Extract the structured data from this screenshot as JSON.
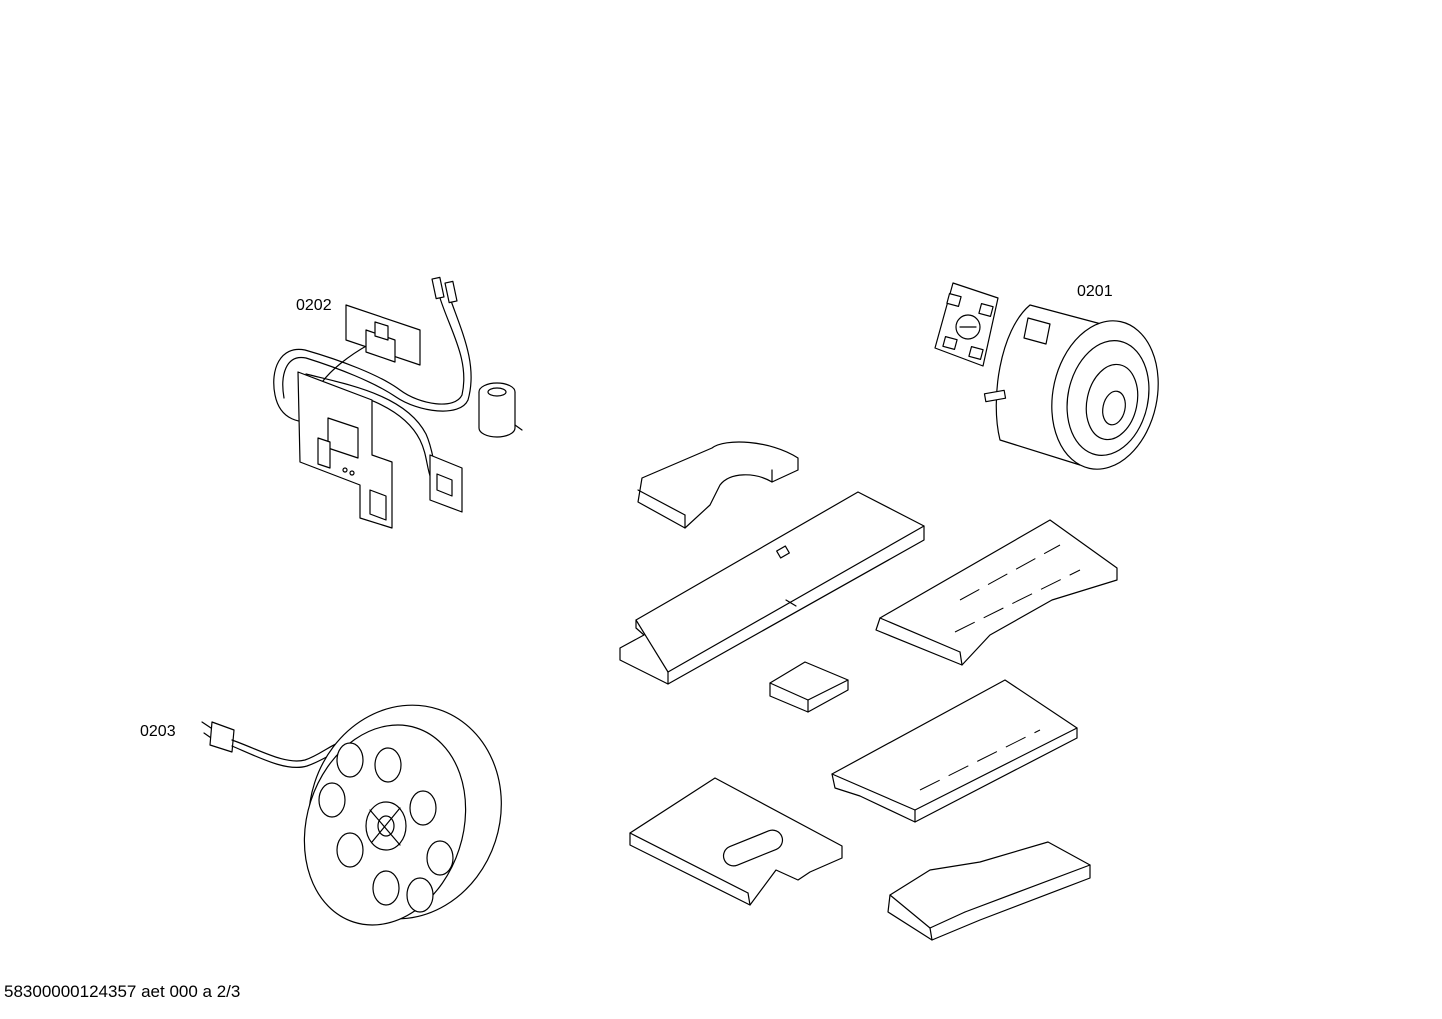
{
  "callouts": {
    "motor": "0201",
    "electronics": "0202",
    "cable_reel": "0203"
  },
  "footer": {
    "doc_id": "58300000124357 aet 000 a 2/3"
  }
}
